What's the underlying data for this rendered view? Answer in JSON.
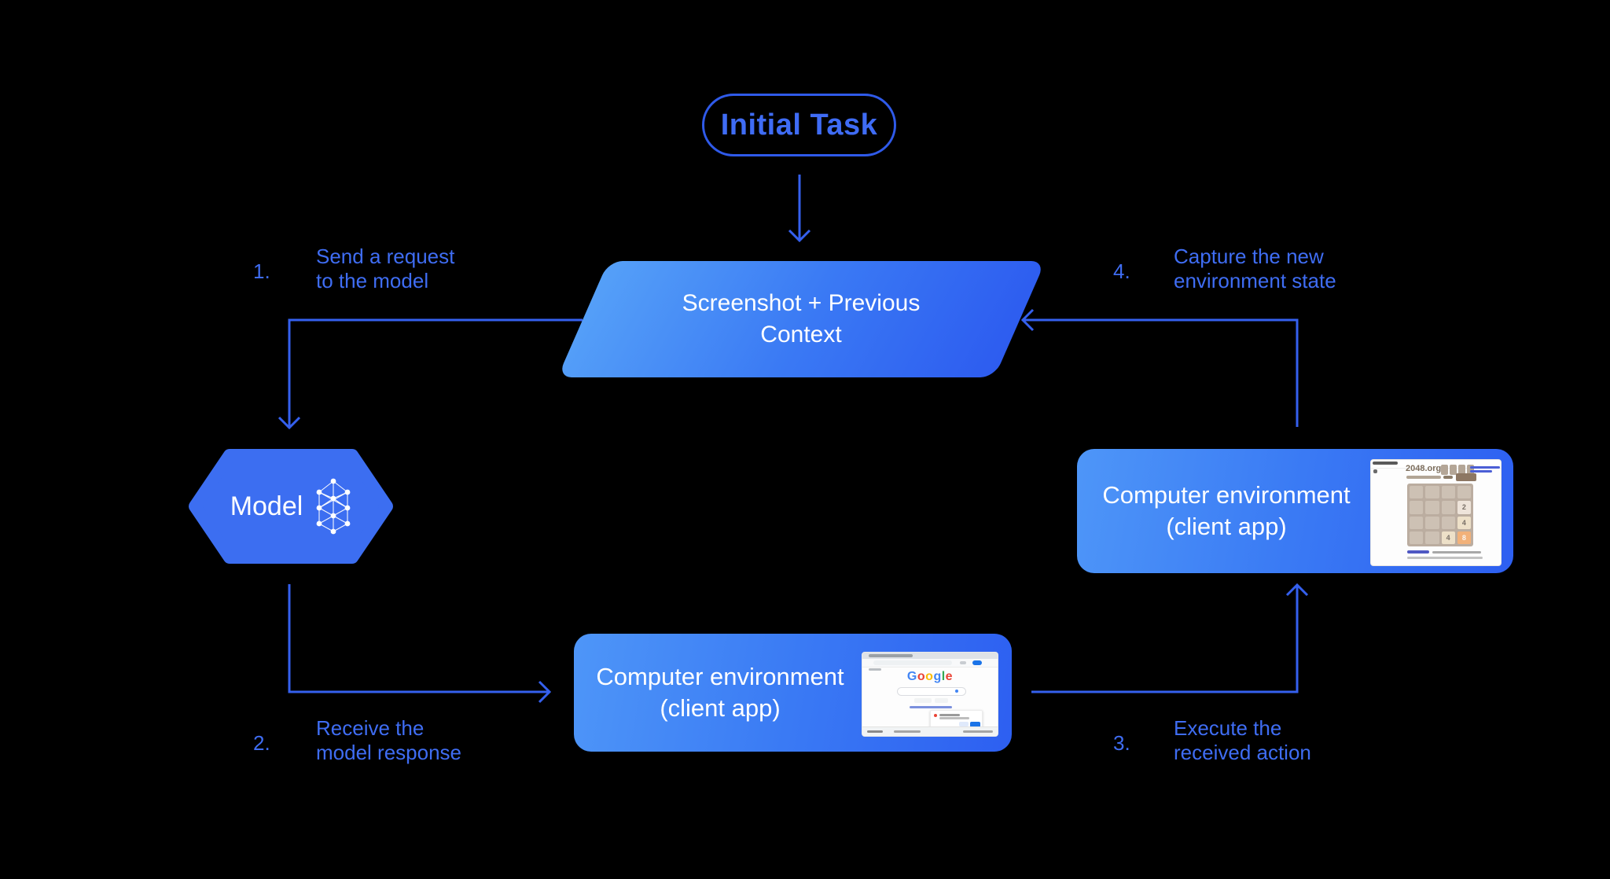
{
  "diagram": {
    "initial_task": "Initial Task",
    "context": {
      "line1": "Screenshot + Previous",
      "line2": "Context"
    },
    "model": "Model",
    "env_right": {
      "line1": "Computer environment",
      "line2": "(client app)"
    },
    "env_bottom": {
      "line1": "Computer environment",
      "line2": "(client app)"
    }
  },
  "steps": [
    {
      "num": "1.",
      "line1": "Send a request",
      "line2": "to the model"
    },
    {
      "num": "2.",
      "line1": "Receive the",
      "line2": "model response"
    },
    {
      "num": "3.",
      "line1": "Execute the",
      "line2": "received action"
    },
    {
      "num": "4.",
      "line1": "Capture the new",
      "line2": "environment state"
    }
  ],
  "mini_2048": {
    "site": "2048.org",
    "tiles": [
      "2",
      "4",
      "4",
      "8"
    ]
  },
  "mini_google": {
    "letters": [
      "G",
      "o",
      "o",
      "g",
      "l",
      "e"
    ]
  },
  "colors": {
    "background": "#000000",
    "connector_blue": "#3560ee",
    "label_blue": "#3f6df3",
    "pill_border_blue": "#2f5ae9",
    "shape_gradient_light": "#55a0f8",
    "shape_gradient_dark": "#2d5cf0",
    "hexagon_blue": "#3c6ef1",
    "google_blue": "#1a73e8",
    "tile_orange": "#f2b179"
  }
}
